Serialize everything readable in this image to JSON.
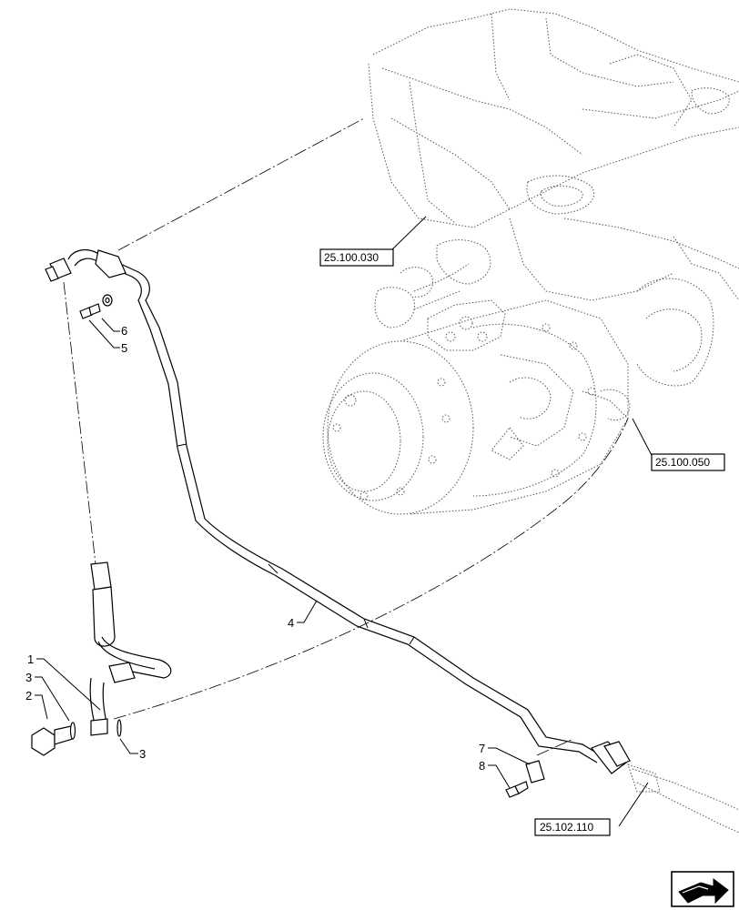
{
  "callouts": {
    "c1": "1",
    "c2": "2",
    "c3a": "3",
    "c3b": "3",
    "c4": "4",
    "c5": "5",
    "c6": "6",
    "c7": "7",
    "c8": "8"
  },
  "references": {
    "ref_axle_housing": "25.100.030",
    "ref_final_drive": "25.100.050",
    "ref_pipe": "25.102.110"
  },
  "nav_icon": "next-page-arrow-icon"
}
